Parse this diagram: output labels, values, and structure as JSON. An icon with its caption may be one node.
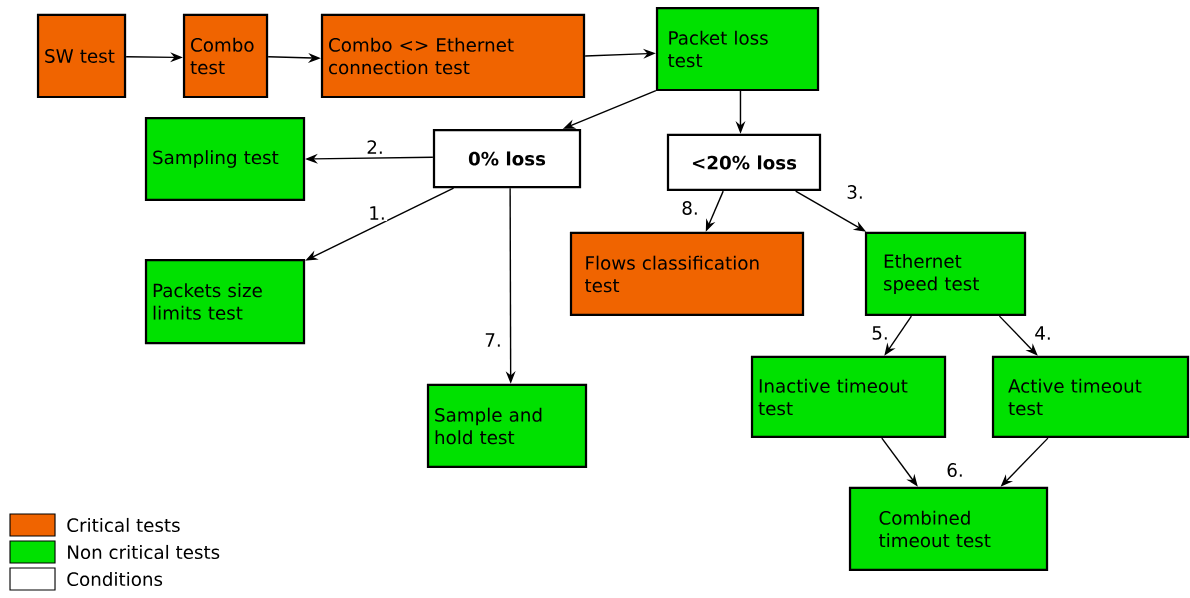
{
  "diagram": {
    "nodes": [
      {
        "text": [
          "SW test"
        ]
      },
      {
        "text": [
          "Combo test"
        ]
      },
      {
        "text": [
          "Combo <> Ethernet connection test"
        ]
      },
      {
        "text": [
          "Packet loss test"
        ]
      },
      {
        "text": [
          "Sampling test"
        ]
      },
      {
        "text": [
          "0% loss"
        ]
      },
      {
        "text": [
          "<20% loss"
        ]
      },
      {
        "text": [
          "Packets size limits test"
        ]
      },
      {
        "text": [
          "Flows classification test"
        ]
      },
      {
        "text": [
          "Ethernet speed test"
        ]
      },
      {
        "text": [
          "Sample and hold test"
        ]
      },
      {
        "text": [
          "Inactive timeout test"
        ]
      },
      {
        "text": [
          "Active timeout test"
        ]
      },
      {
        "text": [
          "Combined timeout test"
        ]
      }
    ],
    "edges": [
      {
        "from": 0,
        "to": 1,
        "arrow": "to"
      },
      {
        "from": 1,
        "to": 2,
        "arrow": "to"
      },
      {
        "from": 2,
        "to": 3,
        "arrow": "to"
      },
      {
        "from": 3,
        "to": 5,
        "arrow": "to"
      },
      {
        "from": 3,
        "to": 6,
        "arrow": "to"
      },
      {
        "from": 5,
        "to": 4,
        "arrow": "to",
        "label": "2."
      },
      {
        "from": 5,
        "to": 7,
        "arrow": "to",
        "label": "1."
      },
      {
        "from": 5,
        "to": 10,
        "arrow": "to",
        "label": "7."
      },
      {
        "from": 6,
        "to": 8,
        "arrow": "to",
        "label": "8."
      },
      {
        "from": 6,
        "to": 9,
        "arrow": "to",
        "label": "3."
      },
      {
        "from": 9,
        "to": 11,
        "arrow": "to",
        "label": "5."
      },
      {
        "from": 9,
        "to": 12,
        "arrow": "to",
        "label": "4."
      },
      {
        "from": 11,
        "to": 13,
        "arrow": "to"
      },
      {
        "from": 12,
        "to": 13,
        "arrow": "to"
      }
    ],
    "labels": [
      "6."
    ],
    "legend": [
      {
        "text": "Critical tests",
        "color": "#f06400"
      },
      {
        "text": "Non critical tests",
        "color": "#00e100"
      },
      {
        "text": "Conditions"
      }
    ]
  }
}
